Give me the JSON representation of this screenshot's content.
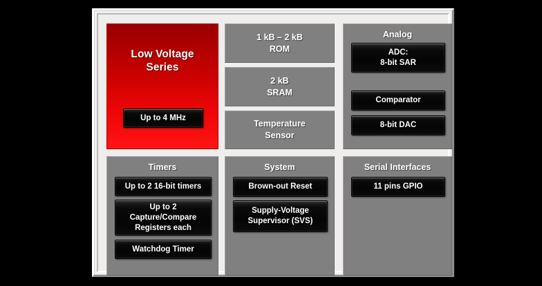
{
  "diagram": {
    "title": "Low Voltage Series MCU block diagram",
    "background_color": "#000000",
    "frame_color": "#f2f2f0",
    "panel_color": "#808080",
    "accent_color": "#ff0000",
    "button_color": "#060606"
  },
  "hero": {
    "title": "Low Voltage\nSeries",
    "title_line1": "Low Voltage",
    "title_line2": "Series",
    "speed_button": "Up to 4 MHz"
  },
  "memory": {
    "blocks": [
      {
        "line1": "1 kB – 2 kB",
        "line2": "ROM"
      },
      {
        "line1": "2 kB",
        "line2": "SRAM"
      },
      {
        "line1": "Temperature",
        "line2": "Sensor"
      }
    ]
  },
  "analog": {
    "title": "Analog",
    "items": [
      {
        "line1": "ADC:",
        "line2": "8-bit SAR"
      },
      {
        "line1": "Comparator",
        "line2": ""
      },
      {
        "line1": "8-bit DAC",
        "line2": ""
      }
    ]
  },
  "timers": {
    "title": "Timers",
    "items": [
      {
        "line1": "Up to 2 16-bit timers",
        "line2": "",
        "line3": ""
      },
      {
        "line1": "Up to 2",
        "line2": "Capture/Compare",
        "line3": "Registers each"
      },
      {
        "line1": "Watchdog Timer",
        "line2": "",
        "line3": ""
      }
    ]
  },
  "system": {
    "title": "System",
    "items": [
      {
        "line1": "Brown-out Reset",
        "line2": ""
      },
      {
        "line1": "Supply-Voltage",
        "line2": "Supervisor (SVS)"
      }
    ]
  },
  "serial": {
    "title": "Serial Interfaces",
    "items": [
      {
        "line1": "11 pins GPIO",
        "line2": ""
      }
    ]
  }
}
